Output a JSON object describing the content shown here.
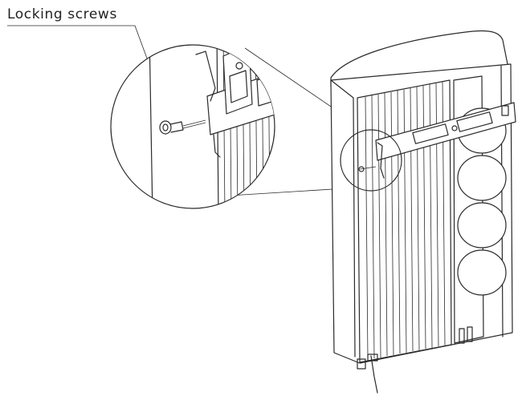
{
  "annotation": {
    "label": "Locking screws"
  },
  "figure": {
    "subject": "inverter-wall-bracket-mounting",
    "callouts": [
      "locking-screw-detail"
    ]
  }
}
